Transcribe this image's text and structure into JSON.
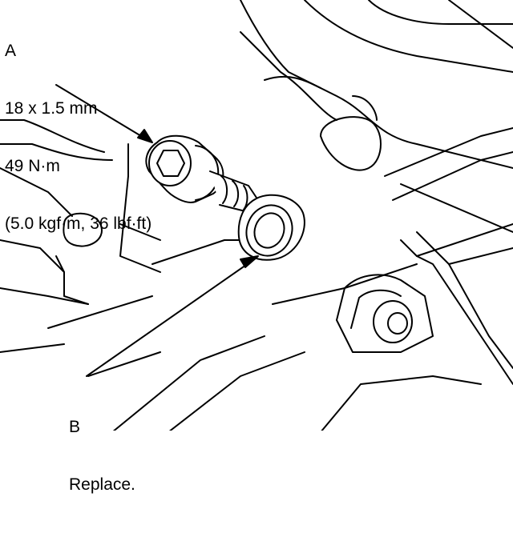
{
  "callout_a": {
    "letter": "A",
    "size": "18 x 1.5 mm",
    "torque_nm": "49 N·m",
    "torque_alt": "(5.0 kgf·m, 36 lbf·ft)"
  },
  "callout_b": {
    "letter": "B",
    "note": "Replace."
  },
  "colors": {
    "line": "#000000",
    "background": "#ffffff"
  }
}
